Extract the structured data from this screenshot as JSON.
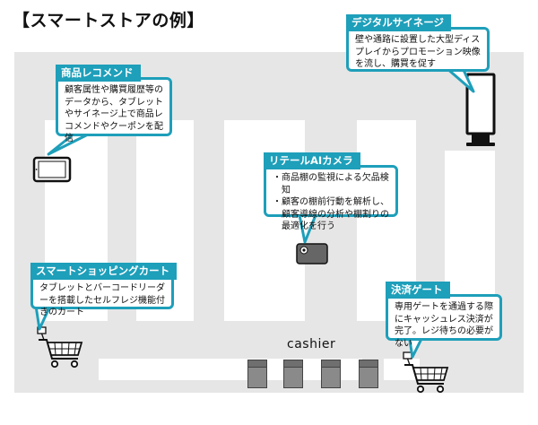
{
  "title": "【スマートストアの例】",
  "callouts": {
    "signage": {
      "label": "デジタルサイネージ",
      "text": "壁や通路に設置した大型ディスプレイからプロモーション映像を流し、購買を促す",
      "icon": "digital-signage-icon"
    },
    "recommend": {
      "label": "商品レコメンド",
      "text": "顧客属性や購買履歴等のデータから、タブレットやサイネージ上で商品レコメンドやクーポンを配信",
      "icon": "tablet-icon"
    },
    "camera": {
      "label": "リテールAIカメラ",
      "bullets": [
        "商品棚の監視による欠品検知",
        "顧客の棚前行動を解析し、顧客導線の分析や棚割りの最適化を行う"
      ],
      "bullet_mark": "・",
      "icon": "ai-camera-icon"
    },
    "cart": {
      "label": "スマートショッピングカート",
      "text": "タブレットとバーコードリーダーを搭載したセルフレジ機能付きのカート",
      "icon": "smart-cart-icon"
    },
    "payment": {
      "label": "決済ゲート",
      "text": "専用ゲートを通過する際にキャッシュレス決済が完了。レジ待ちの必要がない",
      "icon": "checkout-cart-icon"
    }
  },
  "cashier": {
    "label": "cashier",
    "register_count": 4
  },
  "colors": {
    "accent": "#1e9fba",
    "floor": "#e6e6e6",
    "register": "#8a8a8a"
  }
}
